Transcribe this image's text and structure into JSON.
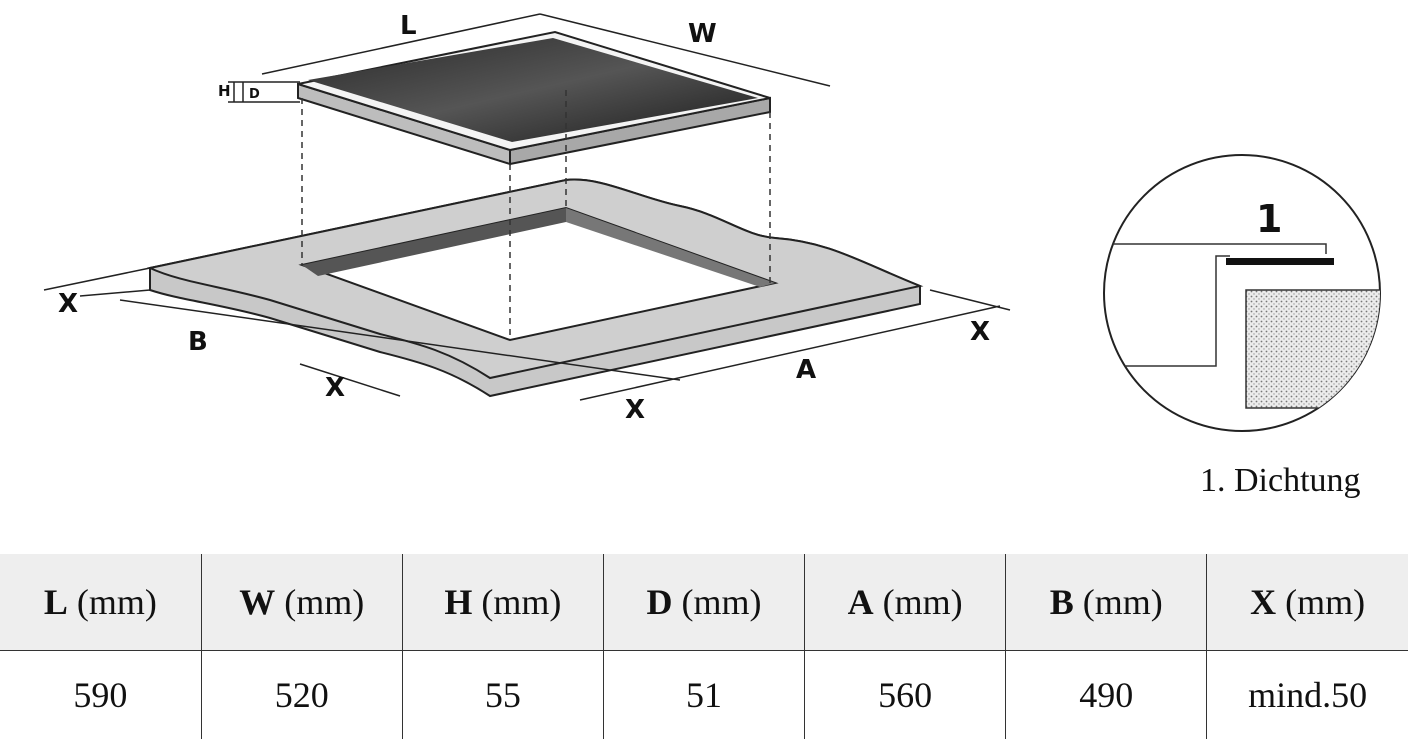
{
  "diagram": {
    "labels": {
      "L": "L",
      "W": "W",
      "H": "H",
      "D": "D",
      "B": "B",
      "A": "A",
      "X": "X"
    },
    "detail_marker": "1"
  },
  "caption": "1. Dichtung",
  "table": {
    "headers": [
      {
        "letter": "L",
        "unit": "(mm)"
      },
      {
        "letter": "W",
        "unit": "(mm)"
      },
      {
        "letter": "H",
        "unit": "(mm)"
      },
      {
        "letter": "D",
        "unit": "(mm)"
      },
      {
        "letter": "A",
        "unit": "(mm)"
      },
      {
        "letter": "B",
        "unit": "(mm)"
      },
      {
        "letter": "X",
        "unit": "(mm)"
      }
    ],
    "values": [
      "590",
      "520",
      "55",
      "51",
      "560",
      "490",
      "mind.50"
    ]
  }
}
